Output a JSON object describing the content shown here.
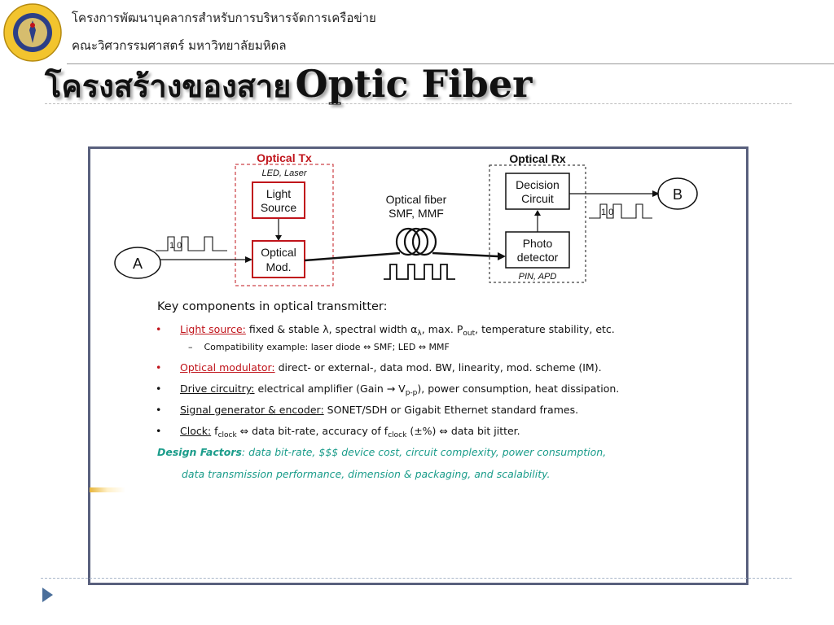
{
  "header": {
    "org_line1": "โครงการพัฒนาบุคลากรสำหรับการบริหารจัดการเครือข่าย",
    "org_line2": "คณะวิศวกรรมศาสตร์ มหาวิทยาลัยมหิดล"
  },
  "slide": {
    "title_th": "โครงสร้างของสาย",
    "title_en": "Optic Fiber"
  },
  "diagram": {
    "tx_label": "Optical Tx",
    "tx_sub": "LED, Laser",
    "light_source": [
      "Light",
      "Source"
    ],
    "optical_mod": [
      "Optical",
      "Mod."
    ],
    "rx_label": "Optical Rx",
    "decision": [
      "Decision",
      "Circuit"
    ],
    "photo": [
      "Photo",
      "detector"
    ],
    "rx_sub": "PIN, APD",
    "fiber_label": [
      "Optical fiber",
      "SMF, MMF"
    ],
    "node_a": "A",
    "node_b": "B",
    "bits": "1 0"
  },
  "components": {
    "heading": "Key components in optical transmitter:",
    "bullet": "•",
    "dash": "–",
    "light_label": "Light source:",
    "light_text": "fixed & stable λ, spectral width α",
    "light_sub": "λ",
    "light_text2": ", max. P",
    "light_sub2": "out",
    "light_text3": ", temperature stability, etc.",
    "compat": "Compatibility example: laser diode ⇔ SMF; LED ⇔ MMF",
    "mod_label": "Optical modulator:",
    "mod_text": "direct- or external-, data mod. BW, linearity, mod. scheme (IM).",
    "drive_label": "Drive circuitry:",
    "drive_text": "electrical amplifier (Gain → V",
    "drive_sub": "p-p",
    "drive_text2": "), power consumption, heat dissipation.",
    "signal_label": "Signal generator & encoder:",
    "signal_text": "SONET/SDH or Gigabit Ethernet standard frames.",
    "clock_label": "Clock:",
    "clock_f": "f",
    "clock_sub": "clock",
    "clock_text": "⇔ data bit-rate, accuracy of f",
    "clock_text2": "(±%) ⇔ data bit jitter.",
    "design_label": "Design Factors",
    "design_text": ": data bit-rate, $$$ device cost, circuit complexity, power consumption,",
    "design_text2": "data transmission performance, dimension & packaging, and scalability."
  },
  "colors": {
    "frame": "#59607d",
    "red": "#c0141b",
    "teal": "#1a9c8a",
    "marker": "#4a6e9a"
  }
}
